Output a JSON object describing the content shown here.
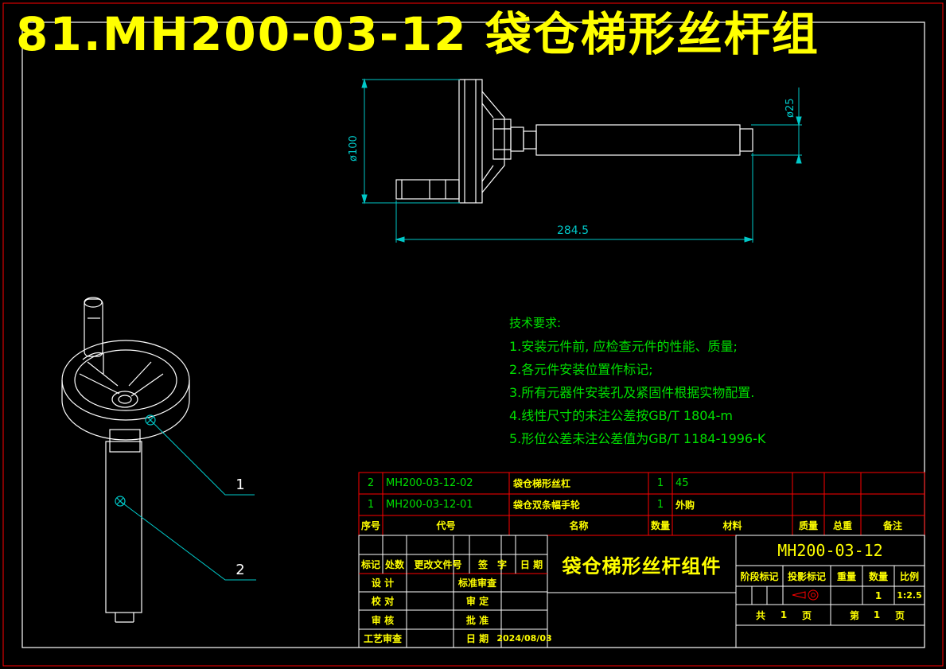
{
  "banner": {
    "title": "81.MH200-03-12 袋仓梯形丝杆组"
  },
  "dimensions": {
    "dia100": "ø100",
    "dia25": "ø25",
    "length": "284.5"
  },
  "balloons": {
    "b1": "1",
    "b2": "2"
  },
  "tech": {
    "heading": "技术要求:",
    "items": [
      "1.安装元件前, 应检查元件的性能、质量;",
      "2.各元件安装位置作标记;",
      "3.所有元器件安装孔及紧固件根据实物配置.",
      "4.线性尺寸的未注公差按GB/T 1804-m",
      "5.形位公差未注公差值为GB/T 1184-1996-K"
    ]
  },
  "bom": {
    "rows": [
      {
        "seq": "2",
        "code": "MH200-03-12-02",
        "name": "袋仓梯形丝杠",
        "qty": "1",
        "material": "45"
      },
      {
        "seq": "1",
        "code": "MH200-03-12-01",
        "name": "袋仓双条幅手轮",
        "qty": "1",
        "material": "外购"
      }
    ],
    "header": {
      "seq": "序号",
      "code": "代号",
      "name": "名称",
      "qty": "数量",
      "material": "材料",
      "unit_weight": "质量",
      "total_weight": "总重",
      "remark": "备注"
    }
  },
  "titleblock": {
    "marks": "标记",
    "zones": "处数",
    "change_doc": "更改文件号",
    "sign": "签　字",
    "date": "日 期",
    "design": "设 计",
    "std_review": "标准审查",
    "check": "校 对",
    "approve_def": "审 定",
    "review": "审 核",
    "approve": "批 准",
    "process": "工艺审查",
    "date2": "日 期",
    "date_value": "2024/08/03",
    "drawing_name": "袋仓梯形丝杆组件",
    "drawing_no": "MH200-03-12",
    "stage": "阶段标记",
    "projection": "投影标记",
    "weight": "重量",
    "quantity": "数量",
    "scale": "比例",
    "qty_value": "1",
    "scale_value": "1:2.5",
    "sheets_total_label": "共",
    "sheets_total": "1",
    "page_unit": "页",
    "sheet_label": "第",
    "sheet_no": "1",
    "page_unit2": "页"
  },
  "colors": {
    "frame": "#ff0000",
    "line": "#ffffff",
    "dim": "#00c8c8",
    "text": "#00e000",
    "title": "#ffff00"
  }
}
